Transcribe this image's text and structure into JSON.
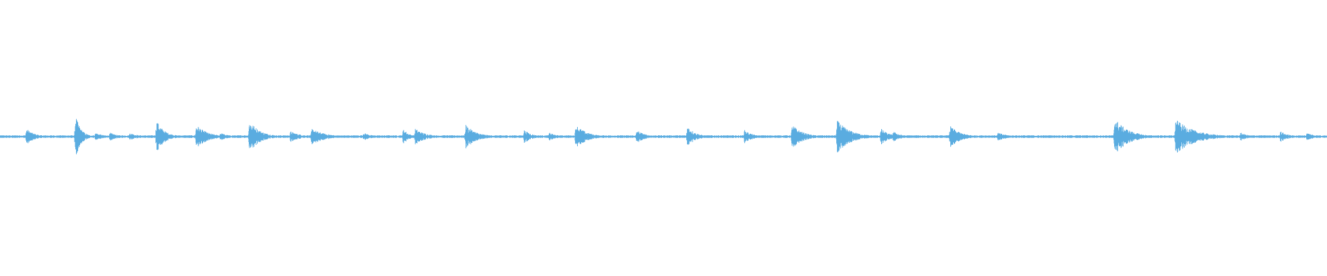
{
  "waveform": {
    "color": "#5aace0",
    "background": "#ffffff",
    "baseline_amplitude": 0.01,
    "bursts": [
      {
        "t": 0.02,
        "amp": 0.06,
        "dur": 0.006
      },
      {
        "t": 0.057,
        "amp": 0.16,
        "dur": 0.004
      },
      {
        "t": 0.072,
        "amp": 0.03,
        "dur": 0.006
      },
      {
        "t": 0.083,
        "amp": 0.03,
        "dur": 0.006
      },
      {
        "t": 0.098,
        "amp": 0.03,
        "dur": 0.006
      },
      {
        "t": 0.118,
        "amp": 0.12,
        "dur": 0.006
      },
      {
        "t": 0.148,
        "amp": 0.09,
        "dur": 0.008
      },
      {
        "t": 0.166,
        "amp": 0.03,
        "dur": 0.006
      },
      {
        "t": 0.188,
        "amp": 0.12,
        "dur": 0.008
      },
      {
        "t": 0.219,
        "amp": 0.04,
        "dur": 0.008
      },
      {
        "t": 0.235,
        "amp": 0.06,
        "dur": 0.01
      },
      {
        "t": 0.274,
        "amp": 0.03,
        "dur": 0.006
      },
      {
        "t": 0.304,
        "amp": 0.06,
        "dur": 0.004
      },
      {
        "t": 0.313,
        "amp": 0.06,
        "dur": 0.008
      },
      {
        "t": 0.351,
        "amp": 0.09,
        "dur": 0.008
      },
      {
        "t": 0.395,
        "amp": 0.05,
        "dur": 0.006
      },
      {
        "t": 0.414,
        "amp": 0.03,
        "dur": 0.006
      },
      {
        "t": 0.434,
        "amp": 0.09,
        "dur": 0.008
      },
      {
        "t": 0.48,
        "amp": 0.05,
        "dur": 0.006
      },
      {
        "t": 0.518,
        "amp": 0.08,
        "dur": 0.006
      },
      {
        "t": 0.561,
        "amp": 0.05,
        "dur": 0.006
      },
      {
        "t": 0.597,
        "amp": 0.09,
        "dur": 0.008
      },
      {
        "t": 0.631,
        "amp": 0.12,
        "dur": 0.01
      },
      {
        "t": 0.664,
        "amp": 0.06,
        "dur": 0.006
      },
      {
        "t": 0.673,
        "amp": 0.04,
        "dur": 0.006
      },
      {
        "t": 0.716,
        "amp": 0.08,
        "dur": 0.008
      },
      {
        "t": 0.752,
        "amp": 0.03,
        "dur": 0.008
      },
      {
        "t": 0.84,
        "amp": 0.14,
        "dur": 0.01
      },
      {
        "t": 0.886,
        "amp": 0.13,
        "dur": 0.014
      },
      {
        "t": 0.935,
        "amp": 0.03,
        "dur": 0.006
      },
      {
        "t": 0.965,
        "amp": 0.04,
        "dur": 0.006
      },
      {
        "t": 0.985,
        "amp": 0.03,
        "dur": 0.006
      }
    ]
  }
}
